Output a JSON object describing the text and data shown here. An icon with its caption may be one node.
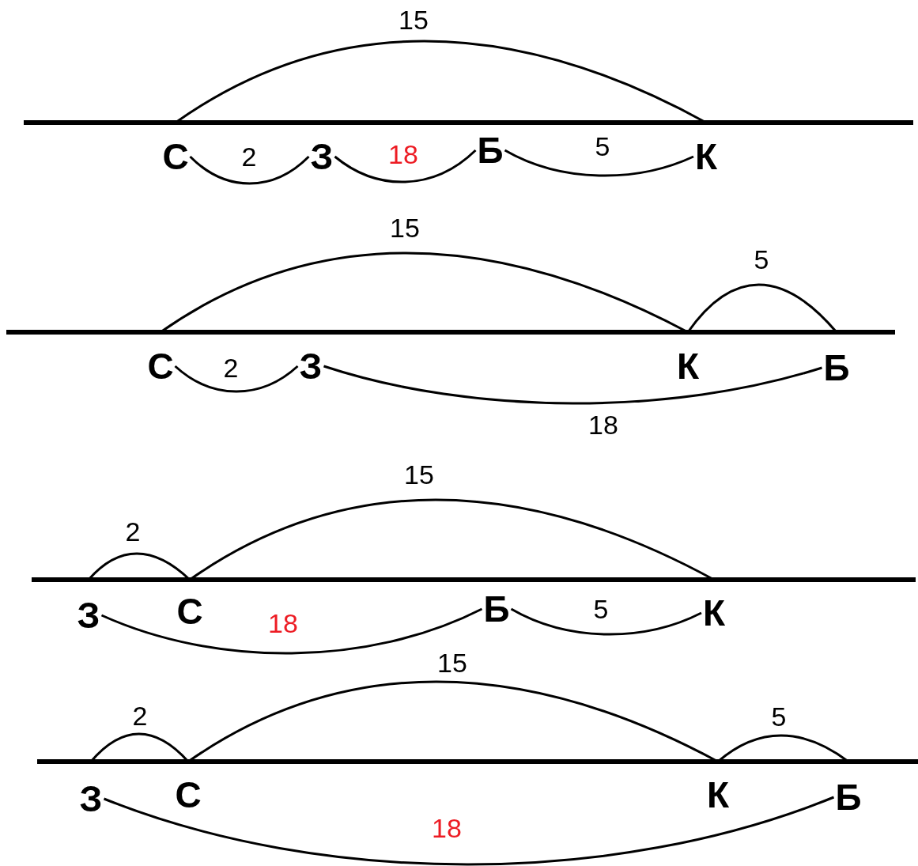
{
  "diagram": {
    "nodes": [
      {
        "text": [
          "С"
        ]
      },
      {
        "text": [
          "З"
        ]
      },
      {
        "text": [
          "Б"
        ]
      },
      {
        "text": [
          "К"
        ]
      },
      {
        "text": [
          "С"
        ]
      },
      {
        "text": [
          "З"
        ]
      },
      {
        "text": [
          "К"
        ]
      },
      {
        "text": [
          "Б"
        ]
      },
      {
        "text": [
          "З"
        ]
      },
      {
        "text": [
          "С"
        ]
      },
      {
        "text": [
          "Б"
        ]
      },
      {
        "text": [
          "К"
        ]
      },
      {
        "text": [
          "З"
        ]
      },
      {
        "text": [
          "С"
        ]
      },
      {
        "text": [
          "К"
        ]
      },
      {
        "text": [
          "Б"
        ]
      }
    ],
    "edges": [
      {
        "from": 0,
        "to": 3,
        "arrow": "none",
        "label": "15"
      },
      {
        "from": 0,
        "to": 1,
        "arrow": "none",
        "label": "2"
      },
      {
        "from": 1,
        "to": 2,
        "arrow": "none",
        "label": "18"
      },
      {
        "from": 2,
        "to": 3,
        "arrow": "none",
        "label": "5"
      },
      {
        "from": 4,
        "to": 6,
        "arrow": "none",
        "label": "15"
      },
      {
        "from": 6,
        "to": 7,
        "arrow": "none",
        "label": "5"
      },
      {
        "from": 4,
        "to": 5,
        "arrow": "none",
        "label": "2"
      },
      {
        "from": 5,
        "to": 7,
        "arrow": "none",
        "label": "18"
      },
      {
        "from": 8,
        "to": 9,
        "arrow": "none",
        "label": "2"
      },
      {
        "from": 9,
        "to": 11,
        "arrow": "none",
        "label": "15"
      },
      {
        "from": 8,
        "to": 10,
        "arrow": "none",
        "label": "18"
      },
      {
        "from": 10,
        "to": 11,
        "arrow": "none",
        "label": "5"
      },
      {
        "from": 12,
        "to": 13,
        "arrow": "none",
        "label": "2"
      },
      {
        "from": 13,
        "to": 14,
        "arrow": "none",
        "label": "15"
      },
      {
        "from": 14,
        "to": 15,
        "arrow": "none",
        "label": "5"
      },
      {
        "from": 12,
        "to": 15,
        "arrow": "none",
        "label": "18"
      }
    ]
  }
}
